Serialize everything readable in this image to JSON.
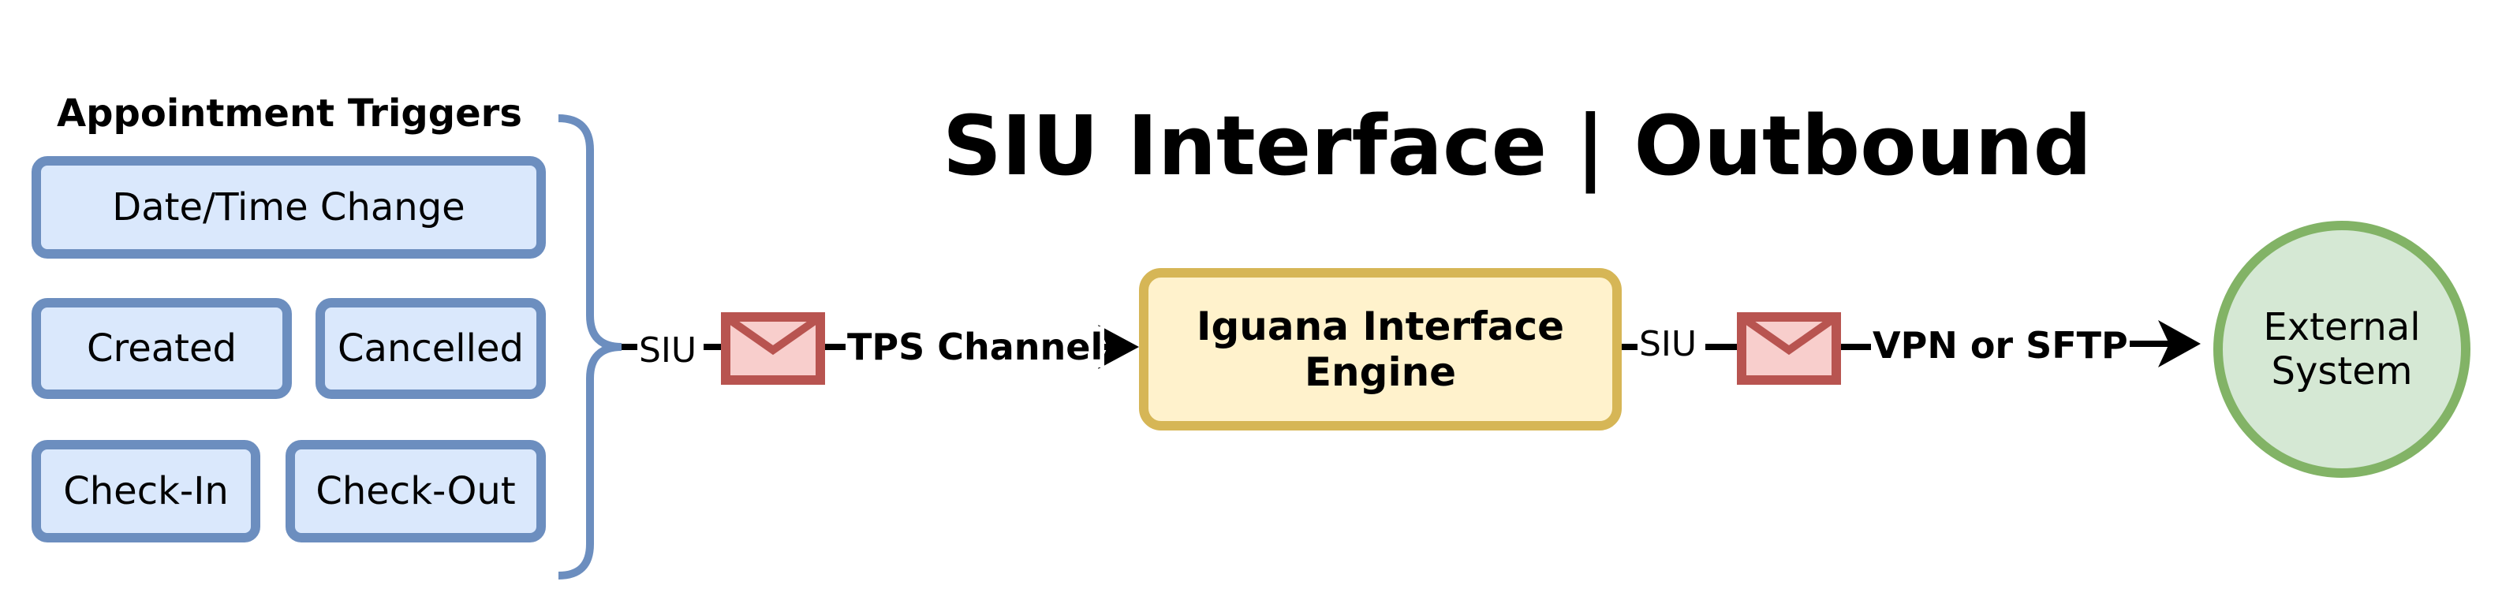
{
  "title": "SIU Interface | Outbound",
  "triggers": {
    "heading": "Appointment Triggers",
    "items": [
      "Date/Time Change",
      "Created",
      "Cancelled",
      "Check-In",
      "Check-Out"
    ]
  },
  "flow": {
    "siu_left": "SIU",
    "tps_channel": "TPS Channel",
    "engine_line1": "Iguana Interface",
    "engine_line2": "Engine",
    "siu_right": "SIU",
    "vpn_sftp": "VPN or SFTP",
    "external_line1": "External",
    "external_line2": "System"
  },
  "colors": {
    "trigger_fill": "#dae8fc",
    "trigger_stroke": "#6c8ebf",
    "engine_fill": "#fff2cc",
    "engine_stroke": "#d6b656",
    "external_fill": "#d5e8d4",
    "external_stroke": "#82b366",
    "envelope_fill": "#f8cecc",
    "envelope_stroke": "#b85450"
  },
  "icons": [
    "envelope-icon",
    "envelope-icon"
  ]
}
